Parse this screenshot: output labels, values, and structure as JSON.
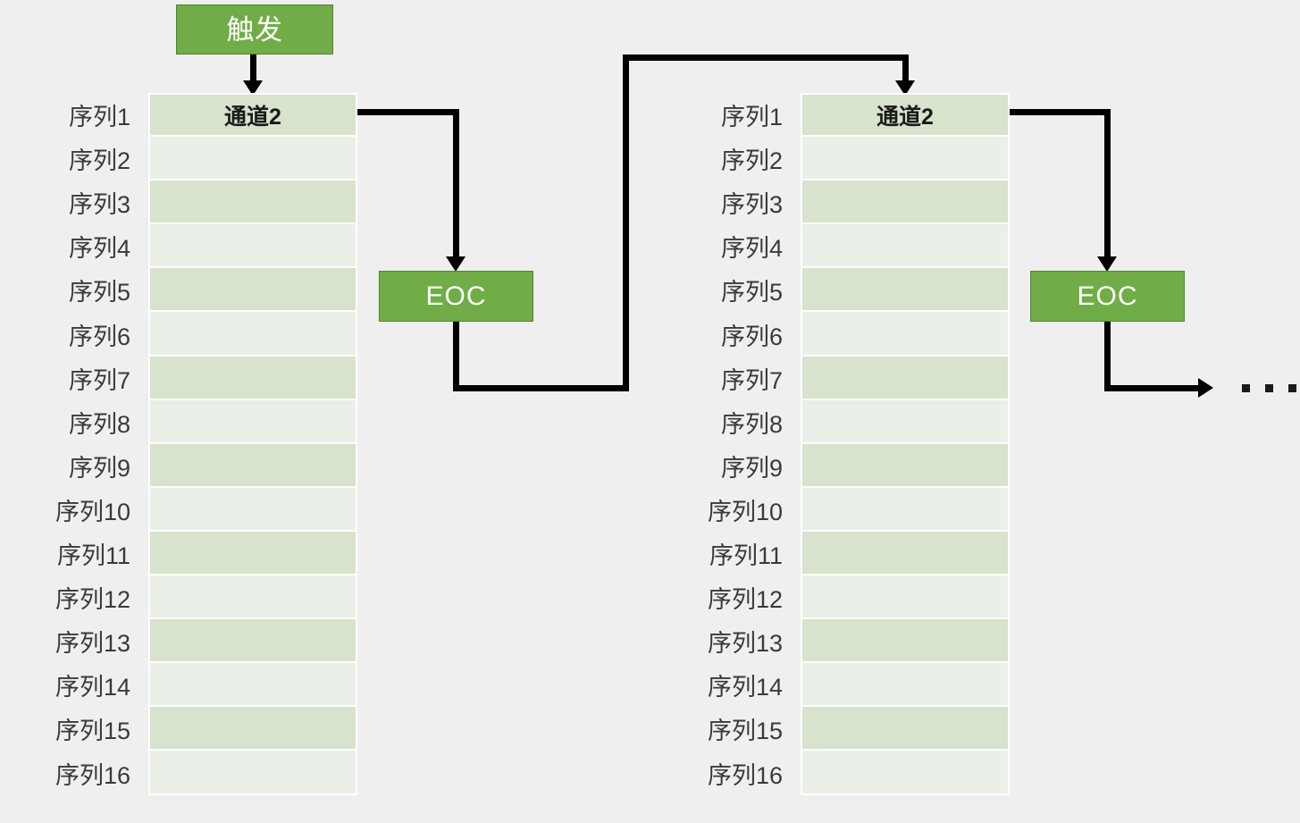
{
  "background_color": "#efefef",
  "palette": {
    "box_green": "#70ad47",
    "box_green_border": "#548235",
    "row_dark": "#d7e3cc",
    "row_light": "#eaefe8",
    "line_black": "#000000",
    "label_text": "#3a3a3a"
  },
  "trigger": {
    "label": "触发"
  },
  "groups": [
    {
      "id": "group-1",
      "channel_header": "通道2",
      "eoc_label": "EOC",
      "rows": [
        "序列1",
        "序列2",
        "序列3",
        "序列4",
        "序列5",
        "序列6",
        "序列7",
        "序列8",
        "序列9",
        "序列10",
        "序列11",
        "序列12",
        "序列13",
        "序列14",
        "序列15",
        "序列16"
      ]
    },
    {
      "id": "group-2",
      "channel_header": "通道2",
      "eoc_label": "EOC",
      "rows": [
        "序列1",
        "序列2",
        "序列3",
        "序列4",
        "序列5",
        "序列6",
        "序列7",
        "序列8",
        "序列9",
        "序列10",
        "序列11",
        "序列12",
        "序列13",
        "序列14",
        "序列15",
        "序列16"
      ]
    }
  ],
  "continuation": {
    "label": "..."
  }
}
